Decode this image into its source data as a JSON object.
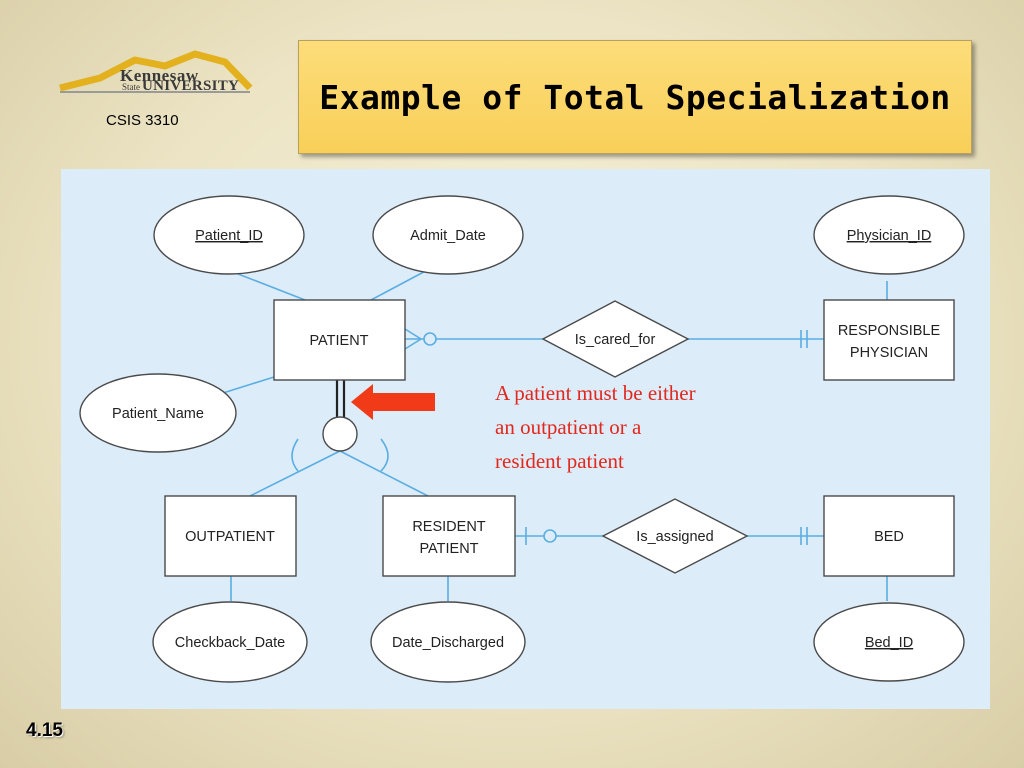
{
  "header": {
    "logo_line1": "Kennesaw",
    "logo_line2": "State",
    "logo_line3": "UNIVERSITY",
    "course": "CSIS 3310",
    "title": "Example of Total Specialization"
  },
  "diagram": {
    "attributes": {
      "patient_id": "Patient_ID",
      "admit_date": "Admit_Date",
      "patient_name": "Patient_Name",
      "physician_id": "Physician_ID",
      "checkback_date": "Checkback_Date",
      "date_discharged": "Date_Discharged",
      "bed_id": "Bed_ID"
    },
    "entities": {
      "patient": "PATIENT",
      "physician_line1": "RESPONSIBLE",
      "physician_line2": "PHYSICIAN",
      "outpatient": "OUTPATIENT",
      "resident_line1": "RESIDENT",
      "resident_line2": "PATIENT",
      "bed": "BED"
    },
    "relationships": {
      "is_cared_for": "Is_cared_for",
      "is_assigned": "Is_assigned"
    },
    "annotation": {
      "line1": "A patient must be either",
      "line2": "an outpatient or a",
      "line3": "resident patient"
    },
    "colors": {
      "connector": "#5aaee2",
      "arrow": "#f03a18",
      "note": "#e2271d",
      "background": "#dcecf9"
    }
  },
  "footer": {
    "slide_number": "4.15"
  }
}
